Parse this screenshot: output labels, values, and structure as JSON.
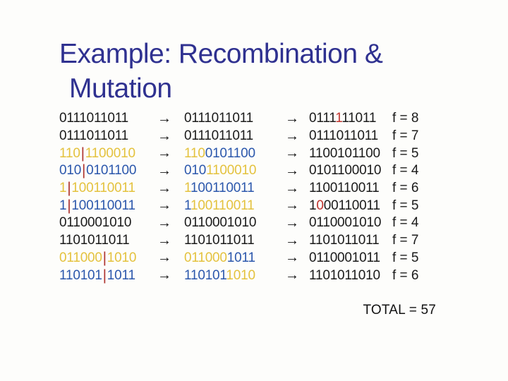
{
  "title": {
    "line1": "Example: Recombination &",
    "line2": "Mutation"
  },
  "arrow_icon": "→",
  "total_label": "TOTAL = 57",
  "colors": {
    "title": "#2F3190",
    "digit_black": "#1A1A1A",
    "parent_a_yellow": "#E4C23E",
    "parent_b_blue": "#2B57AC",
    "mutation_red": "#C0342E",
    "crossover_bar_red": "#AE342F",
    "background": "#FDFDFB"
  },
  "rows": [
    {
      "parent": [
        {
          "t": "0111011011",
          "c": "black"
        }
      ],
      "offspring": [
        {
          "t": "0111011011",
          "c": "black"
        }
      ],
      "mutated": [
        {
          "t": "0111",
          "c": "black"
        },
        {
          "t": "1",
          "c": "red"
        },
        {
          "t": "11011",
          "c": "black"
        }
      ],
      "fitness": "f = 8"
    },
    {
      "parent": [
        {
          "t": "0111011011",
          "c": "black"
        }
      ],
      "offspring": [
        {
          "t": "0111011011",
          "c": "black"
        }
      ],
      "mutated": [
        {
          "t": "0111011011",
          "c": "black"
        }
      ],
      "fitness": "f = 7"
    },
    {
      "parent": [
        {
          "t": "110",
          "c": "yellow"
        },
        {
          "t": "|",
          "c": "bar"
        },
        {
          "t": "1100010",
          "c": "yellow"
        }
      ],
      "offspring": [
        {
          "t": "110",
          "c": "yellow"
        },
        {
          "t": "0101100",
          "c": "blue"
        }
      ],
      "mutated": [
        {
          "t": "1100101100",
          "c": "black"
        }
      ],
      "fitness": "f = 5"
    },
    {
      "parent": [
        {
          "t": "010",
          "c": "blue"
        },
        {
          "t": "|",
          "c": "bar"
        },
        {
          "t": "0101100",
          "c": "blue"
        }
      ],
      "offspring": [
        {
          "t": "010",
          "c": "blue"
        },
        {
          "t": "1100010",
          "c": "yellow"
        }
      ],
      "mutated": [
        {
          "t": "0101100010",
          "c": "black"
        }
      ],
      "fitness": "f = 4"
    },
    {
      "parent": [
        {
          "t": "1",
          "c": "yellow"
        },
        {
          "t": "|",
          "c": "bar"
        },
        {
          "t": "100110011",
          "c": "yellow"
        }
      ],
      "offspring": [
        {
          "t": "1",
          "c": "yellow"
        },
        {
          "t": "100110011",
          "c": "blue"
        }
      ],
      "mutated": [
        {
          "t": "1100110011",
          "c": "black"
        }
      ],
      "fitness": "f = 6"
    },
    {
      "parent": [
        {
          "t": "1",
          "c": "blue"
        },
        {
          "t": "|",
          "c": "bar"
        },
        {
          "t": "100110011",
          "c": "blue"
        }
      ],
      "offspring": [
        {
          "t": "1",
          "c": "blue"
        },
        {
          "t": "100110011",
          "c": "yellow"
        }
      ],
      "mutated": [
        {
          "t": "1",
          "c": "black"
        },
        {
          "t": "0",
          "c": "red"
        },
        {
          "t": "00110011",
          "c": "black"
        }
      ],
      "fitness": "f = 5"
    },
    {
      "parent": [
        {
          "t": "0110001010",
          "c": "black"
        }
      ],
      "offspring": [
        {
          "t": "0110001010",
          "c": "black"
        }
      ],
      "mutated": [
        {
          "t": "0110001010",
          "c": "black"
        }
      ],
      "fitness": "f = 4"
    },
    {
      "parent": [
        {
          "t": "1101011011",
          "c": "black"
        }
      ],
      "offspring": [
        {
          "t": "1101011011",
          "c": "black"
        }
      ],
      "mutated": [
        {
          "t": "1101011011",
          "c": "black"
        }
      ],
      "fitness": "f = 7"
    },
    {
      "parent": [
        {
          "t": "011000",
          "c": "yellow"
        },
        {
          "t": "|",
          "c": "bar"
        },
        {
          "t": "1010",
          "c": "yellow"
        }
      ],
      "offspring": [
        {
          "t": "011000",
          "c": "yellow"
        },
        {
          "t": "1011",
          "c": "blue"
        }
      ],
      "mutated": [
        {
          "t": "0110001011",
          "c": "black"
        }
      ],
      "fitness": "f = 5"
    },
    {
      "parent": [
        {
          "t": "110101",
          "c": "blue"
        },
        {
          "t": "|",
          "c": "bar"
        },
        {
          "t": "1011",
          "c": "blue"
        }
      ],
      "offspring": [
        {
          "t": "110101",
          "c": "blue"
        },
        {
          "t": "1010",
          "c": "yellow"
        }
      ],
      "mutated": [
        {
          "t": "1101011010",
          "c": "black"
        }
      ],
      "fitness": "f = 6"
    }
  ]
}
